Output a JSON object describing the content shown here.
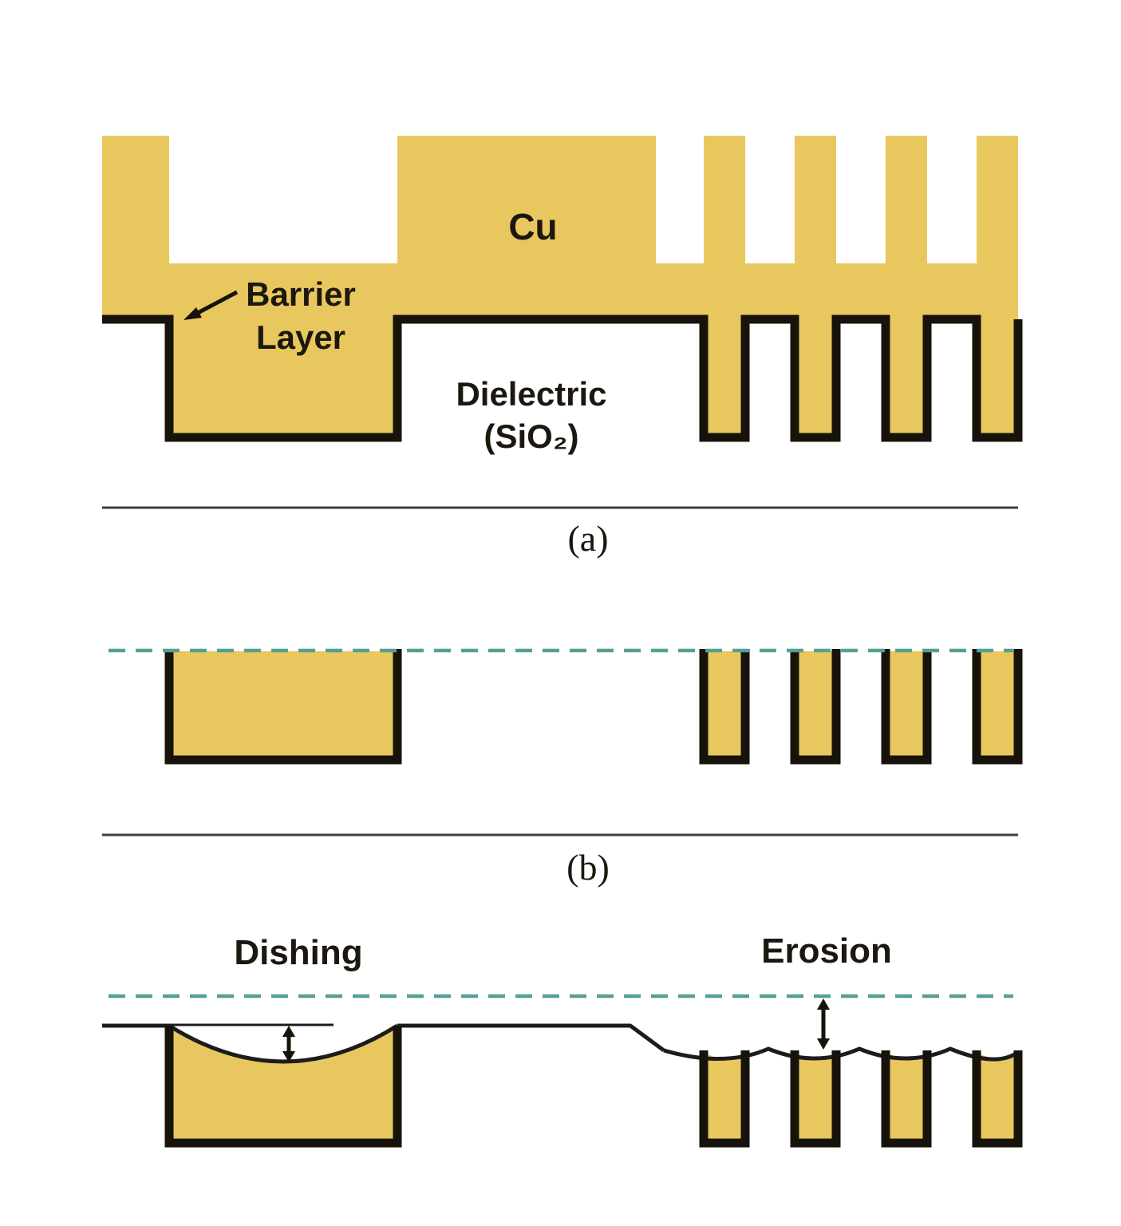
{
  "figure": {
    "background": "#ffffff",
    "colors": {
      "copper": "#e9c75f",
      "barrier": "#17130a",
      "dashed_line": "#55a094",
      "surface_line": "#1c1c1c",
      "separator": "#3f3f3f",
      "text": "#1c180f",
      "background": "#ffffff"
    },
    "panel_a": {
      "caption": "(a)",
      "labels": {
        "cu": "Cu",
        "barrier_line1": "Barrier",
        "barrier_line2": "Layer",
        "dielectric_line1": "Dielectric",
        "dielectric_line2": "(SiO₂)"
      }
    },
    "panel_b": {
      "caption": "(b)"
    },
    "panel_c": {
      "labels": {
        "dishing": "Dishing",
        "erosion": "Erosion"
      }
    }
  }
}
